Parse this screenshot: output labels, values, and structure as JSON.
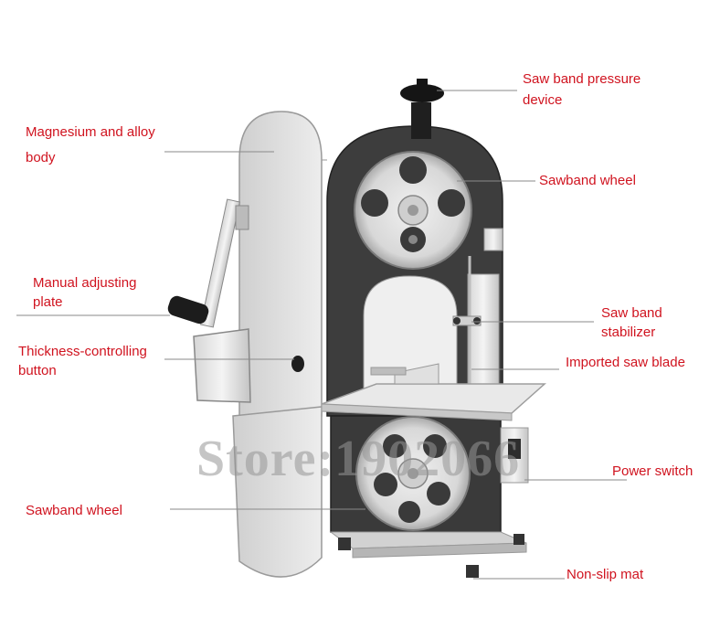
{
  "labels": {
    "pressure": [
      "Saw band pressure",
      "device"
    ],
    "body": [
      "Magnesium and alloy",
      "body"
    ],
    "wheel_top": "Sawband wheel",
    "manual": [
      "Manual adjusting",
      "plate"
    ],
    "stabilizer": [
      "Saw band",
      "stabilizer"
    ],
    "thickness": [
      "Thickness-controlling",
      "button"
    ],
    "blade": "Imported saw blade",
    "power": "Power switch",
    "wheel_bottom": "Sawband wheel",
    "mat": "Non-slip mat"
  },
  "watermark": "Store:1902066",
  "colors": {
    "label": "#d0131f",
    "leader": "#8a8a8a"
  }
}
